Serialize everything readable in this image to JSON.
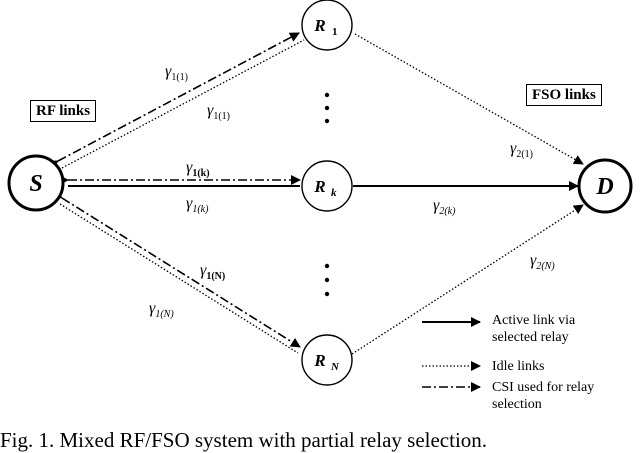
{
  "nodes": {
    "source": {
      "main": "S",
      "sub": ""
    },
    "relay1": {
      "main": "R",
      "sub": "1"
    },
    "relayk": {
      "main": "R",
      "sub": "k"
    },
    "relayN": {
      "main": "R",
      "sub": "N"
    },
    "dest": {
      "main": "D",
      "sub": ""
    }
  },
  "boxes": {
    "rf": "RF links",
    "fso": "FSO links"
  },
  "gamma": {
    "g": "γ",
    "s11_csi": "1(1)",
    "s11_idle": "1(1)",
    "s1k_csi": "1(k)",
    "s1k_active": "1(k)",
    "s1N_csi": "1(N)",
    "s1N_idle": "1(N)",
    "s21": "2(1)",
    "s2k": "2(k)",
    "s2N": "2(N)"
  },
  "legend": {
    "active": [
      "Active link via",
      "selected relay"
    ],
    "idle": "Idle links",
    "csi": [
      "CSI used for relay",
      "selection"
    ]
  },
  "caption": "Fig. 1. Mixed RF/FSO system with partial relay selection."
}
